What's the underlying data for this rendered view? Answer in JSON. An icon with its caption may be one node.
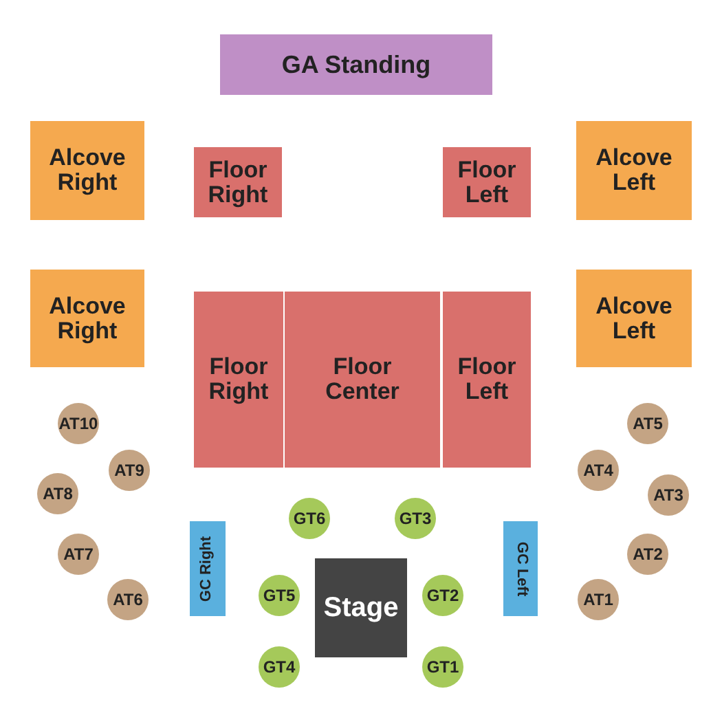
{
  "diagram": {
    "nodes": [
      {
        "text": [
          "GA Standing"
        ]
      },
      {
        "text": [
          "Alcove Right"
        ]
      },
      {
        "text": [
          "Floor Right"
        ]
      },
      {
        "text": [
          "Floor Left"
        ]
      },
      {
        "text": [
          "Alcove Left"
        ]
      },
      {
        "text": [
          "Alcove Right"
        ]
      },
      {
        "text": [
          "Floor Right"
        ]
      },
      {
        "text": [
          "Floor Center"
        ]
      },
      {
        "text": [
          "Floor Left"
        ]
      },
      {
        "text": [
          "Alcove Left"
        ]
      },
      {
        "text": [
          "AT10"
        ]
      },
      {
        "text": [
          "AT5"
        ]
      },
      {
        "text": [
          "AT9"
        ]
      },
      {
        "text": [
          "AT4"
        ]
      },
      {
        "text": [
          "AT8"
        ]
      },
      {
        "text": [
          "AT3"
        ]
      },
      {
        "text": [
          "GT6"
        ]
      },
      {
        "text": [
          "GT3"
        ]
      },
      {
        "text": [
          "AT7"
        ]
      },
      {
        "text": [
          "AT2"
        ]
      },
      {
        "text": [
          "GC Right"
        ]
      },
      {
        "text": [
          "GC Left"
        ]
      },
      {
        "text": [
          "Stage"
        ]
      },
      {
        "text": [
          "GT5"
        ]
      },
      {
        "text": [
          "GT2"
        ]
      },
      {
        "text": [
          "AT6"
        ]
      },
      {
        "text": [
          "AT1"
        ]
      },
      {
        "text": [
          "GT4"
        ]
      },
      {
        "text": [
          "GT1"
        ]
      }
    ]
  }
}
